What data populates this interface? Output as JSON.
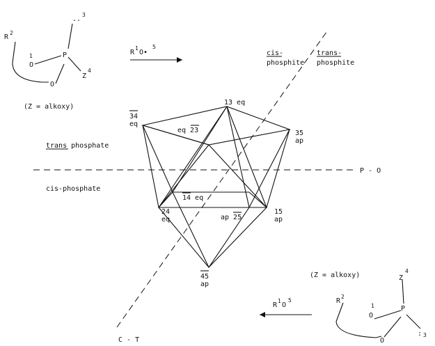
{
  "top_left_molecule": {
    "r_label": "R",
    "r_sup": "2",
    "o1_sup": "1",
    "o1_label": "O",
    "p_label": "P",
    "lone_pair_sup": "3",
    "z_label": "Z",
    "z_sup": "4",
    "carbonyl_o": "O",
    "caption": "(Z = alkoxy)"
  },
  "top_arrow": {
    "r_label": "R",
    "r_sup": "1",
    "o_label": "O•",
    "o_sup": "5"
  },
  "region_labels": {
    "cis_phosphite": "cis-\nphosphite",
    "trans_phosphite": "trans-\nphosphite",
    "trans_phosphate": "trans phosphate",
    "cis_phosphate": "cis-phosphate",
    "p_o_axis": "P - O",
    "c_t_axis": "C - T"
  },
  "vertices": {
    "v13": "13 eq",
    "v34_num": "34",
    "v34_pos": "eq",
    "v23": "eq 23",
    "v35_num": "35",
    "v35_pos": "ap",
    "v14": "14 eq",
    "v24_num": "24",
    "v24_pos": "eq",
    "v25": "ap 25",
    "v15_num": "15",
    "v15_pos": "ap",
    "v45_num": "45",
    "v45_pos": "ap"
  },
  "bottom_right_molecule": {
    "caption": "(Z = alkoxy)",
    "z_label": "Z",
    "z_sup": "4",
    "r_label": "R",
    "r_sup": "2",
    "o1_sup": "1",
    "o1_label": "O",
    "p_label": "P",
    "lone_pair_sup": "3",
    "carbonyl_o": "O"
  },
  "bottom_arrow": {
    "r_label": "R",
    "r_sup": "1",
    "o_label": "O",
    "o_sup": "5"
  }
}
